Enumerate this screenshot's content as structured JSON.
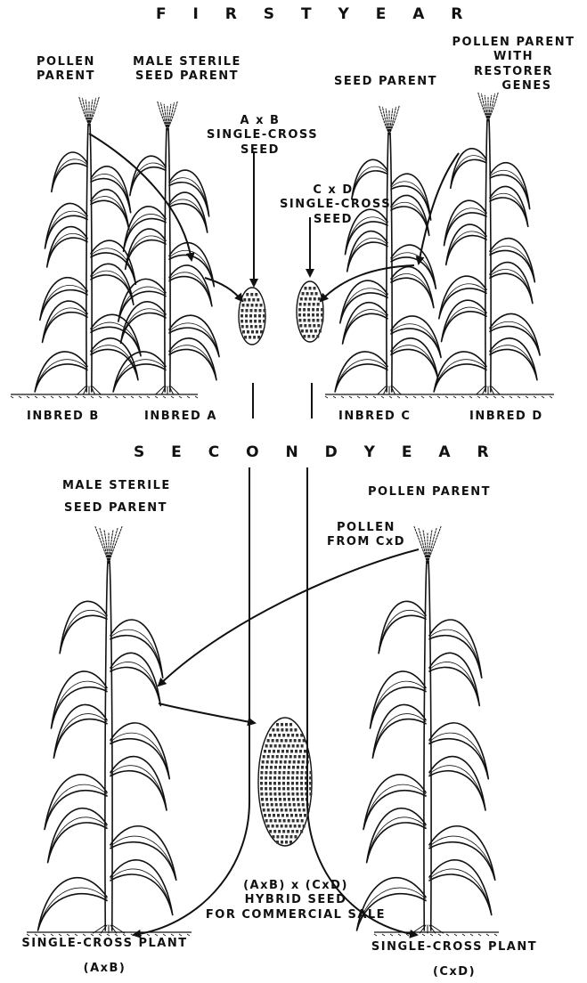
{
  "first_year": {
    "heading": "F I R S T   Y E A R",
    "pollen_parent_b_1": "POLLEN",
    "pollen_parent_b_2": "PARENT",
    "male_sterile_1": "MALE STERILE",
    "male_sterile_2": "SEED PARENT",
    "axb_1": "A x B",
    "axb_2": "SINGLE-CROSS",
    "axb_3": "SEED",
    "cxd_1": "C x D",
    "cxd_2": "SINGLE-CROSS",
    "cxd_3": "SEED",
    "seed_parent_c": "SEED PARENT",
    "restorer_1": "POLLEN PARENT",
    "restorer_2": "WITH",
    "restorer_3": "RESTORER",
    "restorer_4": "GENES",
    "inbred_b": "INBRED B",
    "inbred_a": "INBRED A",
    "inbred_c": "INBRED C",
    "inbred_d": "INBRED D"
  },
  "second_year": {
    "heading": "S E C O N D     Y E A R",
    "male_sterile_1": "MALE STERILE",
    "male_sterile_2": "SEED PARENT",
    "pollen_parent": "POLLEN PARENT",
    "pollen_from_1": "POLLEN",
    "pollen_from_2": "FROM CxD",
    "hybrid_1": "(AxB) x (CxD)",
    "hybrid_2": "HYBRID SEED",
    "hybrid_3": "FOR COMMERCIAL SALE",
    "plant_left_1": "SINGLE-CROSS PLANT",
    "plant_left_2": "(AxB)",
    "plant_right_1": "SINGLE-CROSS PLANT",
    "plant_right_2": "(CxD)"
  },
  "colors": {
    "ink": "#111111",
    "background": "#ffffff"
  }
}
